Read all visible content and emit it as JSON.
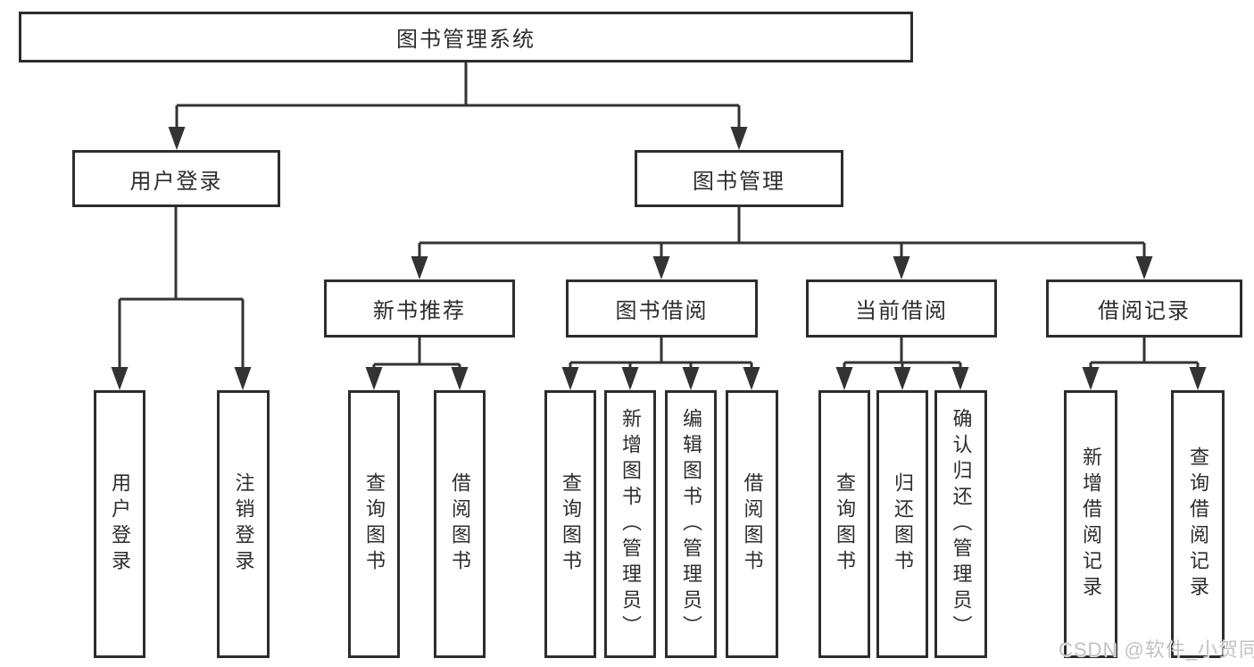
{
  "nodes": {
    "root": "图书管理系统",
    "userLogin": "用户登录",
    "bookMgmt": "图书管理",
    "newBook": "新书推荐",
    "bookBorrow": "图书借阅",
    "currentBorrow": "当前借阅",
    "borrowRecord": "借阅记录"
  },
  "leaves": {
    "userLogin": [
      "用户登录",
      "注销登录"
    ],
    "newBook": [
      "查询图书",
      "借阅图书"
    ],
    "bookBorrow": [
      "查询图书",
      "新增图书（管理员）",
      "编辑图书（管理员）",
      "借阅图书"
    ],
    "currentBorrow": [
      "查询图书",
      "归还图书",
      "确认归还（管理员）"
    ],
    "borrowRecord": [
      "新增借阅记录",
      "查询借阅记录"
    ]
  },
  "watermark": "CSDN @软件_小贺同学",
  "colors": {
    "line": "#333333",
    "border": "#2d2d2d",
    "text": "#2d2d2d",
    "watermark": "#c2c2c2",
    "background": "#ffffff"
  }
}
